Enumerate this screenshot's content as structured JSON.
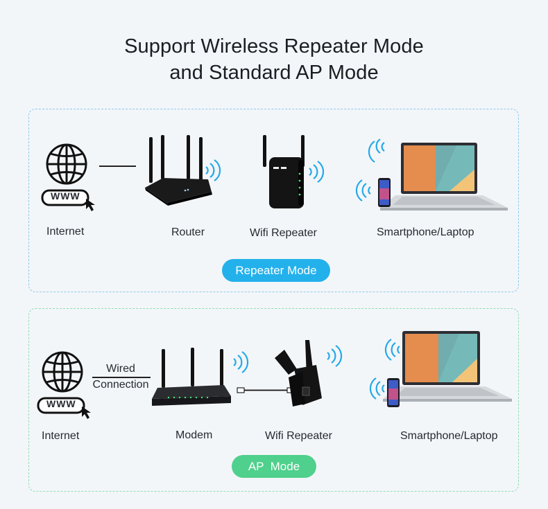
{
  "title": {
    "line1": "Support Wireless Repeater Mode",
    "line2": "and Standard AP Mode"
  },
  "repeater_mode": {
    "pill": "Repeater Mode",
    "labels": {
      "internet": "Internet",
      "router": "Router",
      "repeater": "Wifi Repeater",
      "devices": "Smartphone/Laptop"
    },
    "www": "WWW",
    "accent": "#23b1ec"
  },
  "ap_mode": {
    "pill": "AP  Mode",
    "labels": {
      "internet": "Internet",
      "modem": "Modem",
      "repeater": "Wifi Repeater",
      "devices": "Smartphone/Laptop"
    },
    "www": "WWW",
    "wired_line1": "Wired",
    "wired_line2": "Connection",
    "accent": "#4fd08c"
  }
}
